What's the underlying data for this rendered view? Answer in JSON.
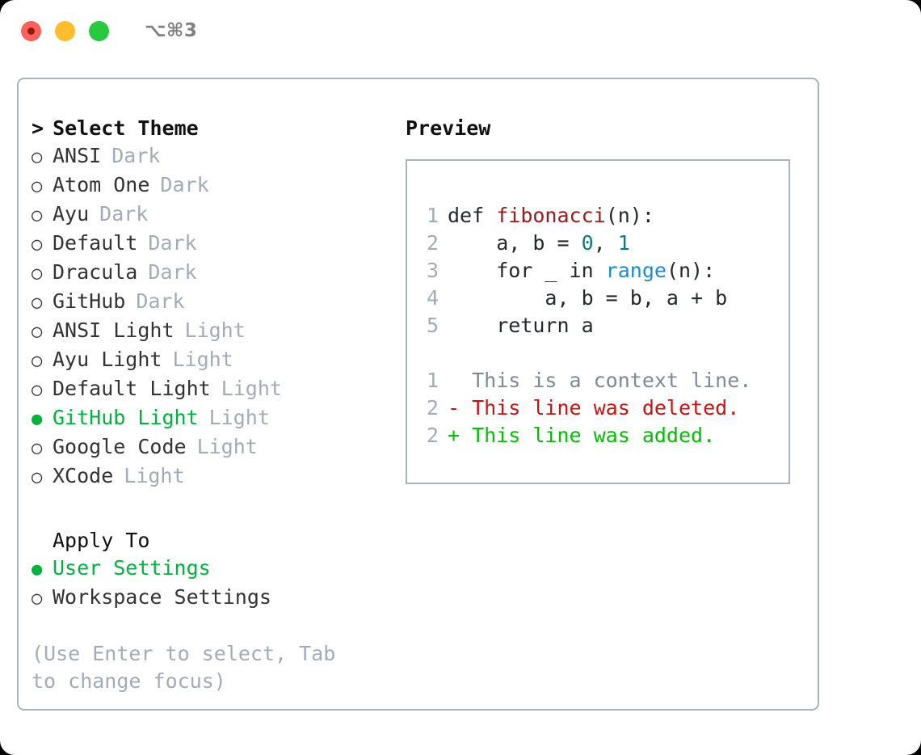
{
  "window": {
    "shortcut": "⌥⌘3",
    "traffic_lights": [
      {
        "name": "close",
        "color": "#ff6059"
      },
      {
        "name": "minimize",
        "color": "#ffbd2e"
      },
      {
        "name": "zoom",
        "color": "#28c840"
      }
    ]
  },
  "theme_picker": {
    "caret": ">",
    "heading": "Select Theme",
    "radio_empty": "○",
    "radio_filled": "●",
    "items": [
      {
        "label": "ANSI",
        "tag": "Dark",
        "selected": false
      },
      {
        "label": "Atom One",
        "tag": "Dark",
        "selected": false
      },
      {
        "label": "Ayu",
        "tag": "Dark",
        "selected": false
      },
      {
        "label": "Default",
        "tag": "Dark",
        "selected": false
      },
      {
        "label": "Dracula",
        "tag": "Dark",
        "selected": false
      },
      {
        "label": "GitHub",
        "tag": "Dark",
        "selected": false
      },
      {
        "label": "ANSI Light",
        "tag": "Light",
        "selected": false
      },
      {
        "label": "Ayu Light",
        "tag": "Light",
        "selected": false
      },
      {
        "label": "Default Light",
        "tag": "Light",
        "selected": false
      },
      {
        "label": "GitHub Light",
        "tag": "Light",
        "selected": true
      },
      {
        "label": "Google Code",
        "tag": "Light",
        "selected": false
      },
      {
        "label": "XCode",
        "tag": "Light",
        "selected": false
      }
    ]
  },
  "apply_to": {
    "heading": "Apply To",
    "items": [
      {
        "label": "User Settings",
        "selected": true
      },
      {
        "label": "Workspace Settings",
        "selected": false
      }
    ]
  },
  "hint": "(Use Enter to select, Tab to change focus)",
  "preview": {
    "heading": "Preview",
    "code_lines": [
      {
        "num": "1",
        "tokens": [
          {
            "text": "def ",
            "kind": "plain"
          },
          {
            "text": "fibonacci",
            "kind": "fn"
          },
          {
            "text": "(n):",
            "kind": "plain"
          }
        ]
      },
      {
        "num": "2",
        "tokens": [
          {
            "text": "    a, b = ",
            "kind": "plain"
          },
          {
            "text": "0",
            "kind": "num"
          },
          {
            "text": ", ",
            "kind": "plain"
          },
          {
            "text": "1",
            "kind": "num"
          }
        ]
      },
      {
        "num": "3",
        "tokens": [
          {
            "text": "    for _ in ",
            "kind": "plain"
          },
          {
            "text": "range",
            "kind": "builtin"
          },
          {
            "text": "(n):",
            "kind": "plain"
          }
        ]
      },
      {
        "num": "4",
        "tokens": [
          {
            "text": "        a, b = b, a + b",
            "kind": "plain"
          }
        ]
      },
      {
        "num": "5",
        "tokens": [
          {
            "text": "    return a",
            "kind": "plain"
          }
        ]
      }
    ],
    "diff_lines": [
      {
        "num": "1",
        "marker": " ",
        "text": "This is a context line.",
        "kind": "ctx"
      },
      {
        "num": "2",
        "marker": "-",
        "text": "This line was deleted.",
        "kind": "del"
      },
      {
        "num": "2",
        "marker": "+",
        "text": "This line was added.",
        "kind": "add"
      }
    ]
  },
  "colors": {
    "accent_green": "#00b33c",
    "muted": "#a3abb9",
    "border": "#aab2bd",
    "diff_add": "#00c000",
    "diff_del": "#cc1111",
    "syntax_fn": "#9d1a1a",
    "syntax_num": "#0e7b7b",
    "syntax_builtin": "#1a8fd0"
  }
}
